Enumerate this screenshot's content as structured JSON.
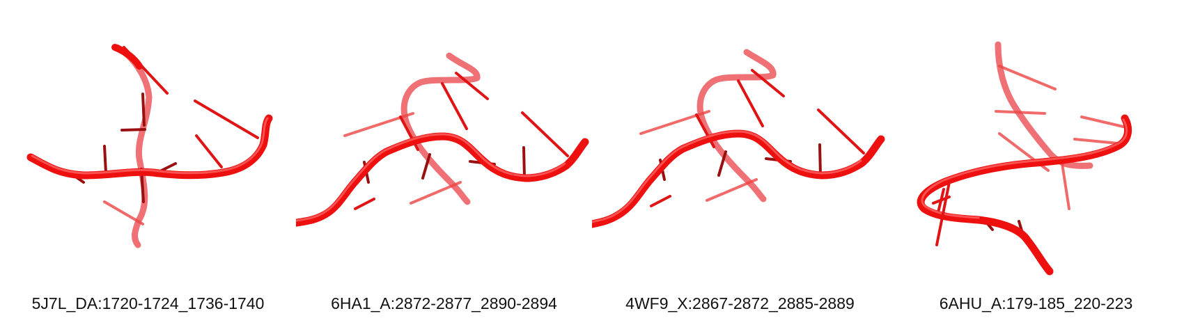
{
  "colors": {
    "background": "#ffffff",
    "backbone": "#ee0f0f",
    "backbone_back": "#e8343a",
    "base_stick": "#e01414",
    "caption_text": "#111111"
  },
  "panels": [
    {
      "id": "5J7L",
      "caption": "5J7L_DA:1720-1724_1736-1740"
    },
    {
      "id": "6HA1",
      "caption": "6HA1_A:2872-2877_2890-2894"
    },
    {
      "id": "4WF9",
      "caption": "4WF9_X:2867-2872_2885-2889"
    },
    {
      "id": "6AHU",
      "caption": "6AHU_A:179-185_220-223"
    }
  ]
}
